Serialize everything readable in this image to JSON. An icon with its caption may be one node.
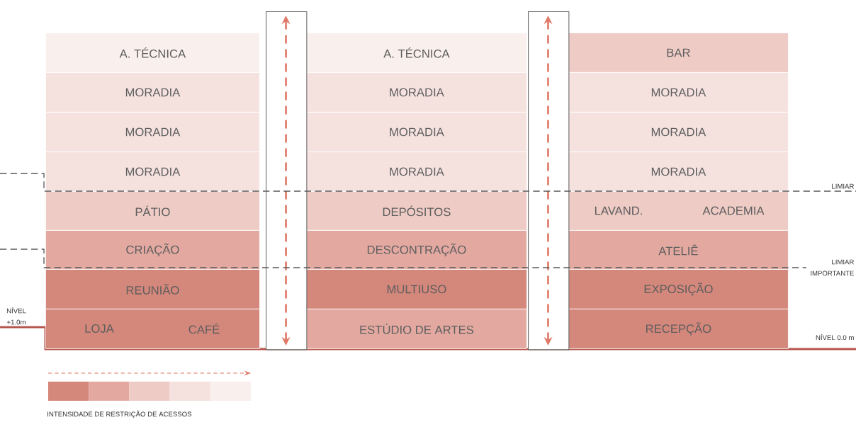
{
  "diagram": {
    "nodes": [
      {
        "text": [
          "A. TÉCNICA"
        ]
      },
      {
        "text": [
          "A. TÉCNICA"
        ]
      },
      {
        "text": [
          "BAR"
        ]
      },
      {
        "text": [
          "MORADIA"
        ]
      },
      {
        "text": [
          "MORADIA"
        ]
      },
      {
        "text": [
          "MORADIA"
        ]
      },
      {
        "text": [
          "MORADIA"
        ]
      },
      {
        "text": [
          "MORADIA"
        ]
      },
      {
        "text": [
          "MORADIA"
        ]
      },
      {
        "text": [
          "MORADIA"
        ]
      },
      {
        "text": [
          "MORADIA"
        ]
      },
      {
        "text": [
          "MORADIA"
        ]
      },
      {
        "text": [
          "PÁTIO"
        ]
      },
      {
        "text": [
          "DEPÓSITOS"
        ]
      },
      {
        "text": [
          "LAVAND.",
          "ACADEMIA"
        ]
      },
      {
        "text": [
          "CRIAÇÃO"
        ]
      },
      {
        "text": [
          "DESCONTRAÇÃO"
        ]
      },
      {
        "text": [
          "ATELIÊ"
        ]
      },
      {
        "text": [
          "REUNIÃO"
        ]
      },
      {
        "text": [
          "MULTIUSO"
        ]
      },
      {
        "text": [
          "EXPOSIÇÃO"
        ]
      },
      {
        "text": [
          "LOJA",
          "CAFÉ"
        ]
      },
      {
        "text": [
          "ESTÚDIO DE ARTES"
        ]
      },
      {
        "text": [
          "RECEPÇÃO"
        ]
      },
      {
        "text": [],
        "shape": "box"
      },
      {
        "text": [],
        "shape": "box"
      }
    ],
    "labels": [
      "LIMIAR",
      "LIMIAR IMPORTANTE",
      "NÍVEL +1.0m",
      "NÍVEL 0.0 m",
      "INTENSIDADE DE RESTRIÇÃO DE ACESSOS"
    ]
  }
}
